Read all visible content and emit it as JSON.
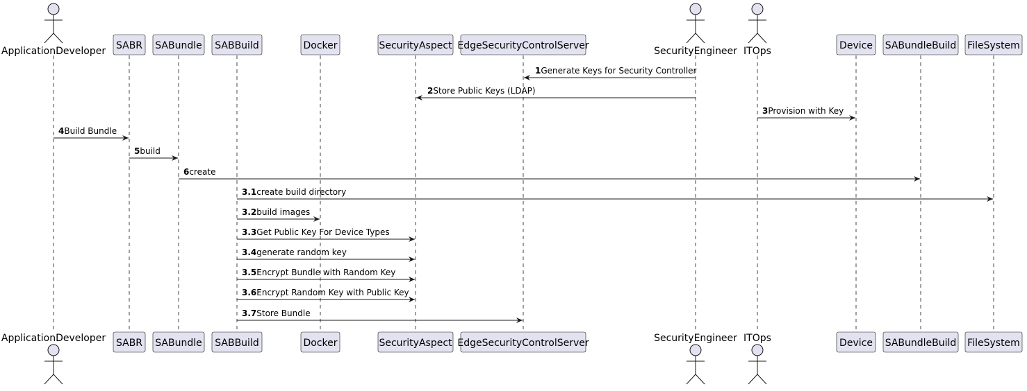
{
  "diagram": {
    "type": "sequence",
    "colors": {
      "participant_fill": "#E2E2F0",
      "participant_stroke": "#181818",
      "lifeline": "#181818",
      "arrow": "#181818"
    },
    "participants": [
      {
        "id": "app_dev",
        "label": "ApplicationDeveloper",
        "kind": "actor"
      },
      {
        "id": "sabr",
        "label": "SABR",
        "kind": "participant"
      },
      {
        "id": "sabundle",
        "label": "SABundle",
        "kind": "participant"
      },
      {
        "id": "sabbuild",
        "label": "SABBuild",
        "kind": "participant"
      },
      {
        "id": "docker",
        "label": "Docker",
        "kind": "participant"
      },
      {
        "id": "secaspect",
        "label": "SecurityAspect",
        "kind": "participant"
      },
      {
        "id": "edge",
        "label": "EdgeSecurityControlServer",
        "kind": "participant"
      },
      {
        "id": "sec_eng",
        "label": "SecurityEngineer",
        "kind": "actor"
      },
      {
        "id": "itops",
        "label": "ITOps",
        "kind": "actor"
      },
      {
        "id": "device",
        "label": "Device",
        "kind": "participant"
      },
      {
        "id": "sabbundlebuild",
        "label": "SABundleBuild",
        "kind": "participant"
      },
      {
        "id": "filesystem",
        "label": "FileSystem",
        "kind": "participant"
      }
    ],
    "messages": [
      {
        "num": "1",
        "label": "Generate Keys for Security Controller",
        "from": "sec_eng",
        "to": "edge"
      },
      {
        "num": "2",
        "label": "Store Public Keys (LDAP)",
        "from": "sec_eng",
        "to": "secaspect"
      },
      {
        "num": "3",
        "label": "Provision with Key",
        "from": "itops",
        "to": "device"
      },
      {
        "num": "4",
        "label": "Build Bundle",
        "from": "app_dev",
        "to": "sabr"
      },
      {
        "num": "5",
        "label": "build",
        "from": "sabr",
        "to": "sabundle"
      },
      {
        "num": "6",
        "label": "create",
        "from": "sabundle",
        "to": "sabbundlebuild"
      },
      {
        "num": "3.1",
        "label": "create build directory",
        "from": "sabbuild",
        "to": "filesystem"
      },
      {
        "num": "3.2",
        "label": "build images",
        "from": "sabbuild",
        "to": "docker"
      },
      {
        "num": "3.3",
        "label": "Get Public Key For Device Types",
        "from": "sabbuild",
        "to": "secaspect"
      },
      {
        "num": "3.4",
        "label": "generate random key",
        "from": "sabbuild",
        "to": "secaspect"
      },
      {
        "num": "3.5",
        "label": "Encrypt Bundle with Random Key",
        "from": "sabbuild",
        "to": "secaspect"
      },
      {
        "num": "3.6",
        "label": "Encrypt Random Key with Public Key",
        "from": "sabbuild",
        "to": "secaspect"
      },
      {
        "num": "3.7",
        "label": "Store Bundle",
        "from": "sabbuild",
        "to": "edge"
      }
    ]
  }
}
